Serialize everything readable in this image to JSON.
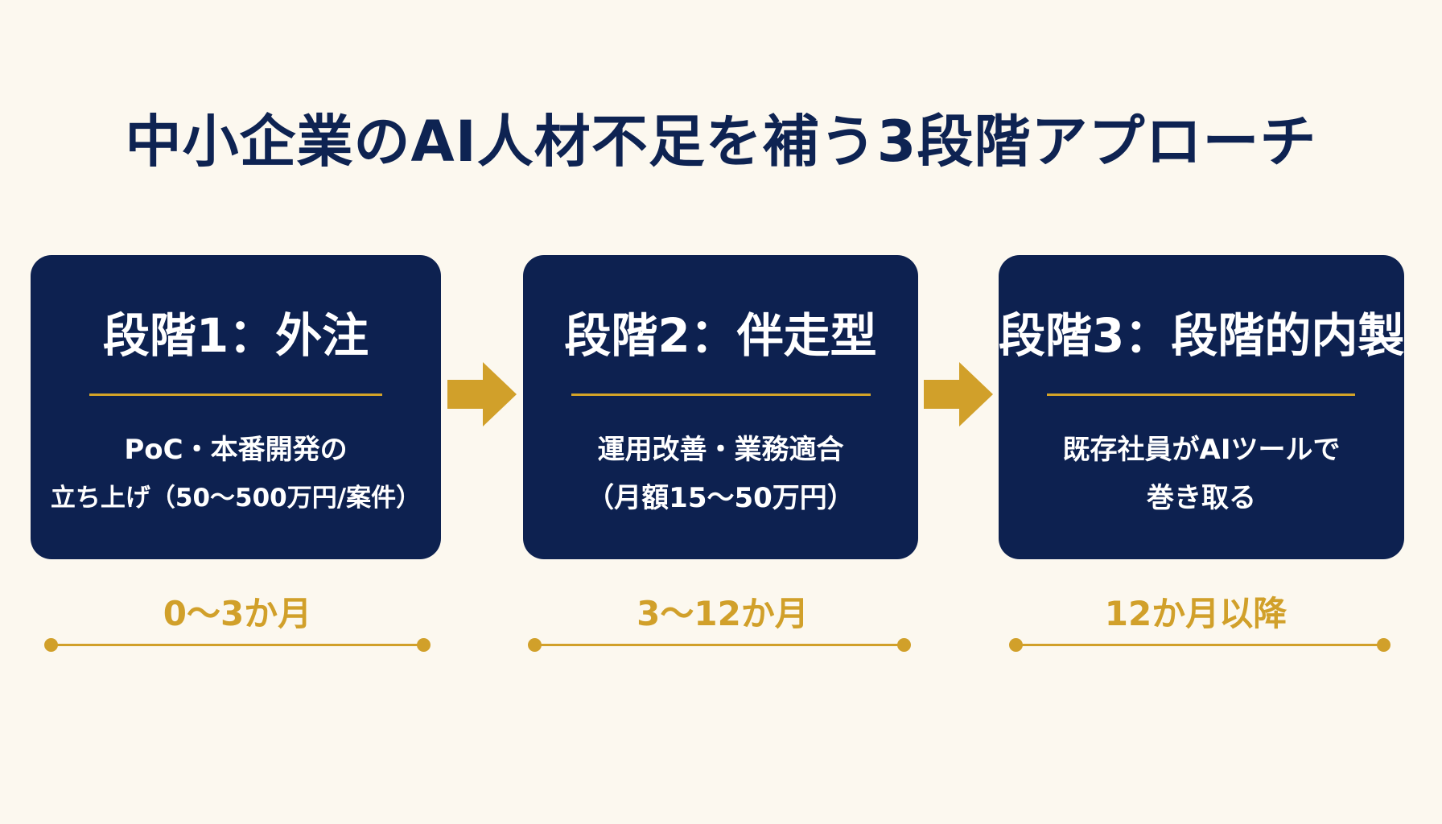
{
  "title": "中小企業のAI人材不足を補う3段階アプローチ",
  "colors": {
    "background": "#fcf8ef",
    "card": "#0d2150",
    "accent": "#d1a02a",
    "title": "#0e2352"
  },
  "stages": [
    {
      "title": "段階1：外注",
      "desc_line1": "PoC・本番開発の",
      "desc_line2": "立ち上げ（50〜500万円/案件）",
      "duration": "0〜3か月"
    },
    {
      "title": "段階2：伴走型",
      "desc_line1": "運用改善・業務適合",
      "desc_line2": "（月額15〜50万円）",
      "duration": "3〜12か月"
    },
    {
      "title": "段階3：段階的内製",
      "desc_line1": "既存社員がAIツールで",
      "desc_line2": "巻き取る",
      "duration": "12か月以降"
    }
  ],
  "arrows": [
    {
      "icon": "right-arrow-icon"
    },
    {
      "icon": "right-arrow-icon"
    }
  ]
}
